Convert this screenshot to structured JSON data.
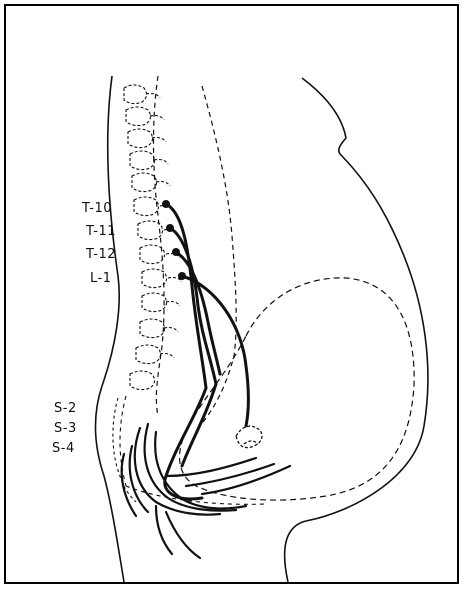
{
  "labels": {
    "t10": "T-10",
    "t11": "T-11",
    "t12": "T-12",
    "l1": "L-1",
    "s2": "S-2",
    "s3": "S-3",
    "s4": "S-4"
  },
  "colors": {
    "ink": "#111111",
    "background": "#ffffff",
    "frame": "#000000"
  }
}
